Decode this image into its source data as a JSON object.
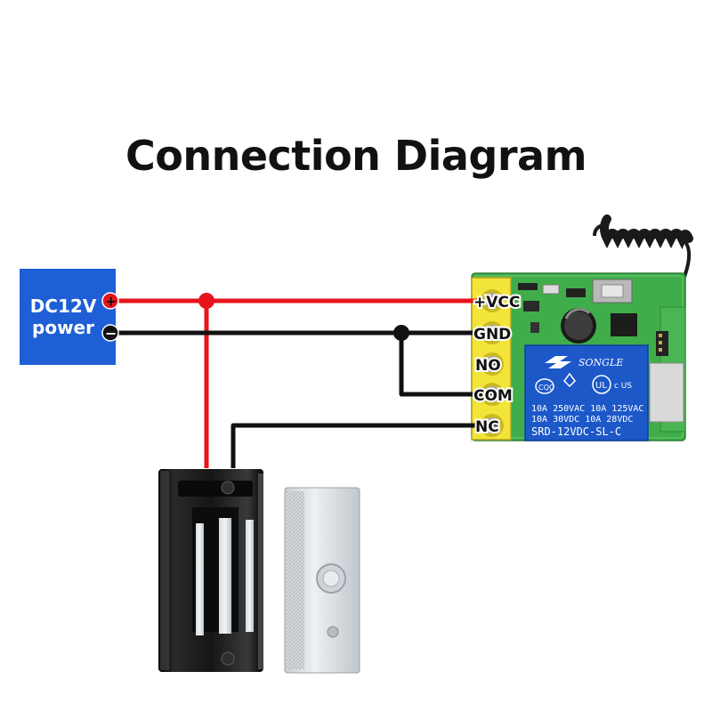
{
  "title": "Connection Diagram",
  "power_supply": {
    "line1": "DC12V",
    "line2": "power",
    "plus": "+",
    "minus": "−"
  },
  "terminals": [
    "+VCC",
    "GND",
    "NO",
    "COM",
    "NC"
  ],
  "relay": {
    "brand": "SONGLE",
    "cert": "c US",
    "ratings": [
      "10A 250VAC  10A 125VAC",
      "10A  30VDC  10A  28VDC"
    ],
    "model": "SRD-12VDC-SL-C"
  },
  "colors": {
    "positive_wire": "#e8141b",
    "negative_wire": "#111111",
    "power_box": "#1f5fd6",
    "board": "#3fae4a",
    "terminal": "#f3e43a"
  }
}
